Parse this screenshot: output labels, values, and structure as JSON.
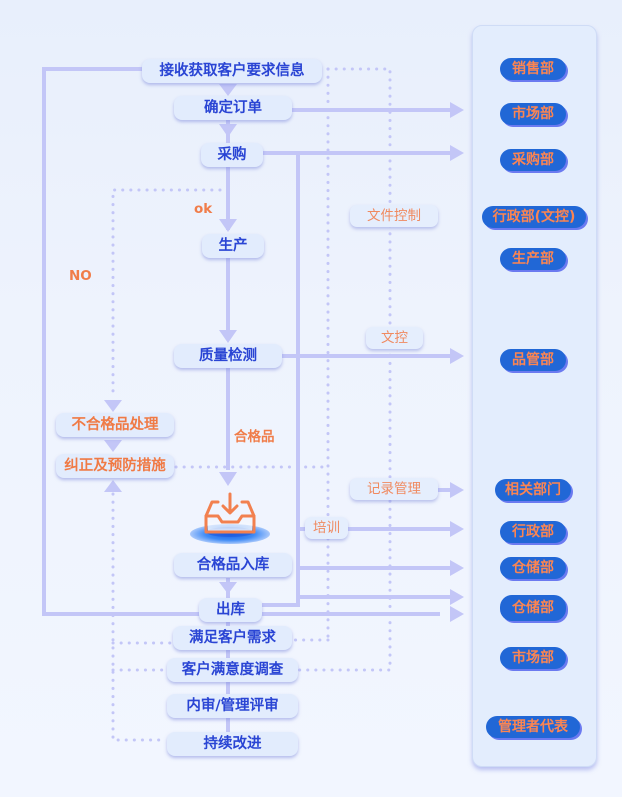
{
  "colors": {
    "line": "#c3c6f7",
    "node_text": "#2a45d4",
    "accent_orange": "#f07a45",
    "dept_bg": "#2167d6",
    "dept_text": "#fb8552"
  },
  "flow": {
    "steps": [
      "接收获取客户要求信息",
      "确定订单",
      "采购",
      "生产",
      "质量检测",
      "合格品入库",
      "出库",
      "满足客户需求",
      "客户满意度调查",
      "内审/管理评审",
      "持续改进"
    ],
    "nonconforming": [
      "不合格品处理",
      "纠正及预防措施"
    ],
    "labels": {
      "ok": "ok",
      "no": "NO",
      "qualified": "合格品"
    },
    "tags": [
      "文件控制",
      "文控",
      "记录管理",
      "培训"
    ],
    "icon": "inbox-tray-icon"
  },
  "departments": [
    "销售部",
    "市场部",
    "采购部",
    "行政部(文控)",
    "生产部",
    "品管部",
    "相关部门",
    "行政部",
    "仓储部",
    "仓储部",
    "市场部",
    "管理者代表"
  ]
}
